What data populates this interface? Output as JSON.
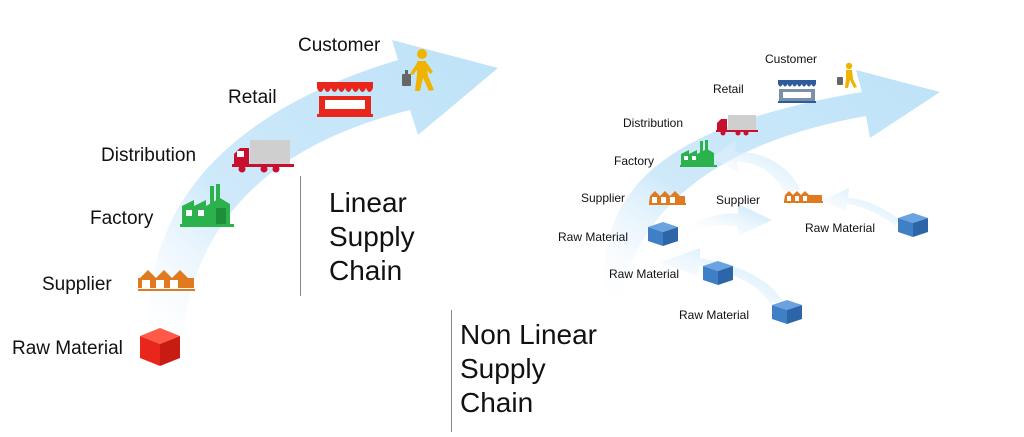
{
  "linear": {
    "stages": [
      {
        "key": "raw-material",
        "label": "Raw Material",
        "icon": "box-icon",
        "color": "#e8261c"
      },
      {
        "key": "supplier",
        "label": "Supplier",
        "icon": "warehouse-icon",
        "color": "#e07a1f"
      },
      {
        "key": "factory",
        "label": "Factory",
        "icon": "factory-icon",
        "color": "#2bb24c"
      },
      {
        "key": "distribution",
        "label": "Distribution",
        "icon": "truck-icon",
        "color": "#c8102e"
      },
      {
        "key": "retail",
        "label": "Retail",
        "icon": "store-icon",
        "color": "#e8261c"
      },
      {
        "key": "customer",
        "label": "Customer",
        "icon": "walking-person-icon",
        "color": "#f0b400"
      }
    ],
    "title": [
      "Linear",
      "Supply",
      "Chain"
    ]
  },
  "nonlinear": {
    "labels": {
      "customer": "Customer",
      "retail": "Retail",
      "distribution": "Distribution",
      "factory": "Factory",
      "supplier_a": "Supplier",
      "supplier_b": "Supplier",
      "raw_a": "Raw Material",
      "raw_b": "Raw Material",
      "raw_c": "Raw Material",
      "raw_d": "Raw Material"
    },
    "colors": {
      "box": "#3f7fc6",
      "store": "#2e5b9a",
      "accent": "#f0b400"
    },
    "title": [
      "Non Linear",
      "Supply",
      "Chain"
    ]
  },
  "arrow_color": "#cfe9fa"
}
